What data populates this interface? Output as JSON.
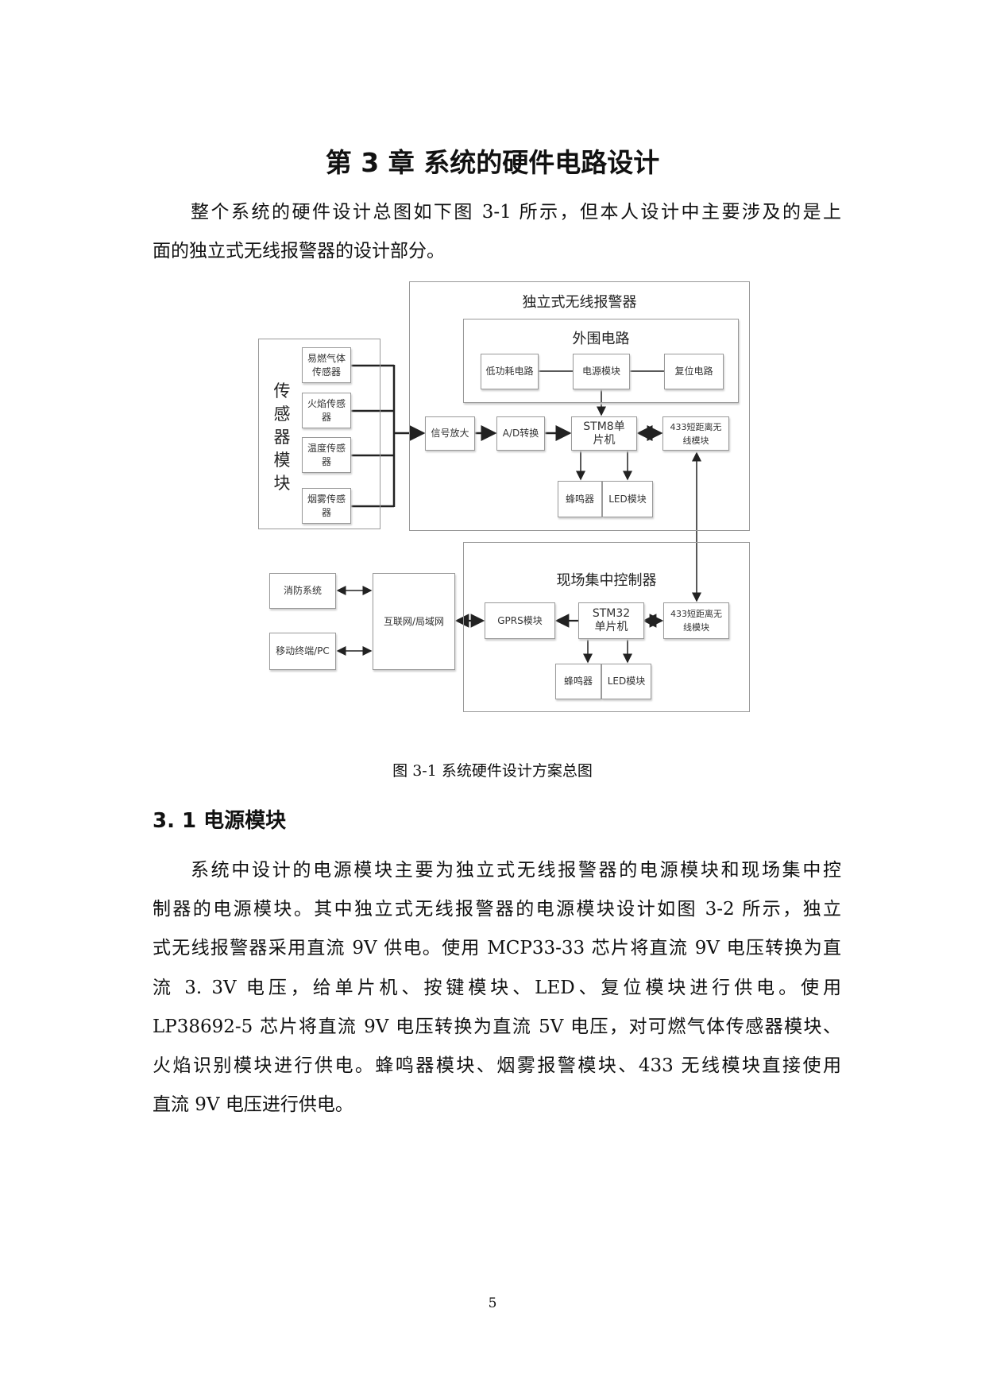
{
  "chapter_title": "第 3 章  系统的硬件电路设计",
  "intro_lines": [
    "整个系统的硬件设计总图如下图 3-1 所示，但本人设计中主要涉及的是上",
    "面的独立式无线报警器的设计部分。"
  ],
  "figure": {
    "sensor_module": {
      "label": "传感器模块",
      "sensors": [
        "易燃气体传感器",
        "火焰传感器",
        "温度传感器",
        "烟雾传感器"
      ]
    },
    "standalone_alarm": {
      "label": "独立式无线报警器",
      "peripheral": {
        "label": "外围电路",
        "low_power": "低功耗电路",
        "power": "电源模块",
        "reset": "复位电路"
      },
      "signal_amp": "信号放大",
      "ad": "A/D转换",
      "mcu": "STM8单片机",
      "wireless": "433短距离无线模块",
      "buzzer": "蜂鸣器",
      "led": "LED模块"
    },
    "field_controller": {
      "label": "现场集中控制器",
      "gprs": "GPRS模块",
      "mcu": "STM32单片机",
      "wireless": "433短距离无线模块",
      "buzzer": "蜂鸣器",
      "led": "LED模块"
    },
    "fire_system": "消防系统",
    "mobile": "移动终端/PC",
    "network": "互联网/局域网",
    "caption": "图 3-1 系统硬件设计方案总图"
  },
  "section_heading": "3. 1 电源模块",
  "body_lines": [
    "系统中设计的电源模块主要为独立式无线报警器的电源模块和现场集中控",
    "制器的电源模块。其中独立式无线报警器的电源模块设计如图 3-2 所示，独立",
    "式无线报警器采用直流 9V 供电。使用 MCP33-33 芯片将直流 9V 电压转换为直",
    "流 3. 3V 电压，给单片机、按键模块、LED、复位模块进行供电。使用",
    "LP38692-5 芯片将直流 9V 电压转换为直流 5V 电压，对可燃气体传感器模块、",
    "火焰识别模块进行供电。蜂鸣器模块、烟雾报警模块、433 无线模块直接使用",
    "直流 9V 电压进行供电。"
  ],
  "page_number": "5"
}
